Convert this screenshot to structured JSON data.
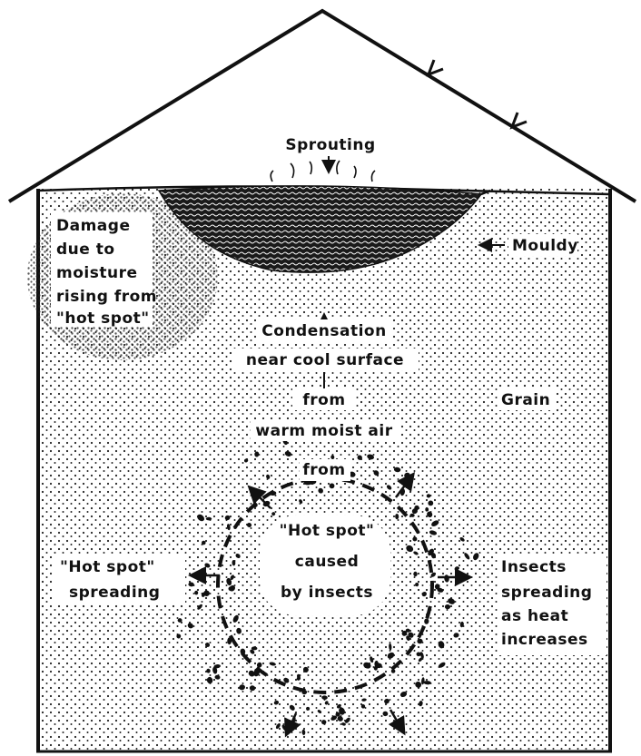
{
  "labels": {
    "sprouting": "Sprouting",
    "mouldy": "Mouldy",
    "damage": [
      "Damage",
      "due to",
      "moisture",
      "rising from",
      "\"hot spot\""
    ],
    "condensation": [
      "Condensation",
      "near cool surface",
      "from",
      "warm moist air",
      "from"
    ],
    "grain": "Grain",
    "hot_spot": [
      "\"Hot spot\"",
      "caused",
      "by insects"
    ],
    "hot_spot_spreading": [
      "\"Hot spot\"",
      "spreading"
    ],
    "insects_spreading": [
      "Insects",
      "spreading",
      "as heat",
      "increases"
    ]
  }
}
